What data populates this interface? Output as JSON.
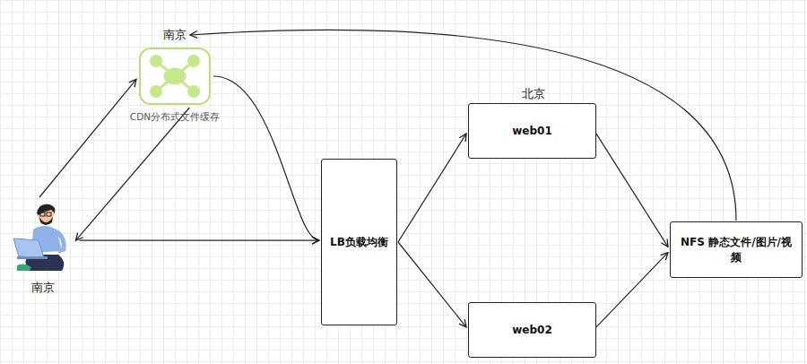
{
  "diagram": {
    "nodes": [
      {
        "text": [
          "南京",
          "CDN分布式文件缓存"
        ]
      },
      {
        "text": [
          "南京"
        ]
      },
      {
        "text": [
          "LB负载均衡"
        ]
      },
      {
        "text": [
          "北京",
          "web01"
        ]
      },
      {
        "text": [
          "web02"
        ]
      },
      {
        "text": [
          "NFS 静态文件/图片/视频"
        ]
      }
    ],
    "edges": [
      {
        "from": 1,
        "to": 0,
        "arrow": "to"
      },
      {
        "from": 0,
        "to": 1,
        "arrow": "to"
      },
      {
        "from": 1,
        "to": 2,
        "arrow": "to"
      },
      {
        "from": 0,
        "to": 2,
        "arrow": "to"
      },
      {
        "from": 2,
        "to": 3,
        "arrow": "to"
      },
      {
        "from": 2,
        "to": 4,
        "arrow": "to"
      },
      {
        "from": 3,
        "to": 5,
        "arrow": "to"
      },
      {
        "from": 4,
        "to": 5,
        "arrow": "to"
      },
      {
        "from": 5,
        "to": 0,
        "arrow": "to"
      }
    ]
  }
}
